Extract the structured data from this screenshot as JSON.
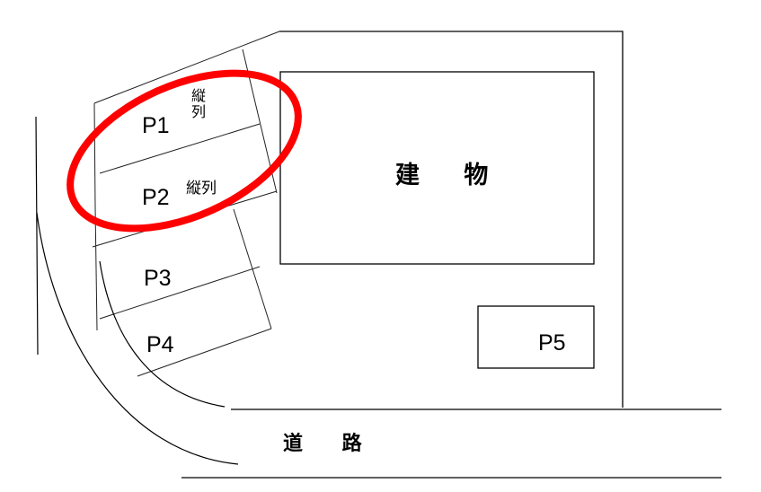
{
  "diagram": {
    "building": {
      "label": "建 物"
    },
    "road": {
      "label": "道 路"
    },
    "parking_spaces": [
      {
        "id": "P1",
        "label": "P1",
        "note": "縦列",
        "highlighted": true
      },
      {
        "id": "P2",
        "label": "P2",
        "note": "縦列",
        "highlighted": true
      },
      {
        "id": "P3",
        "label": "P3",
        "note": "",
        "highlighted": false
      },
      {
        "id": "P4",
        "label": "P4",
        "note": "",
        "highlighted": false
      },
      {
        "id": "P5",
        "label": "P5",
        "note": "",
        "highlighted": false
      }
    ],
    "highlight": {
      "shape": "ellipse",
      "color": "#ff0000",
      "covers": [
        "P1",
        "P2"
      ]
    },
    "colors": {
      "line": "#000000",
      "highlight": "#ff0000",
      "background": "#ffffff"
    }
  }
}
